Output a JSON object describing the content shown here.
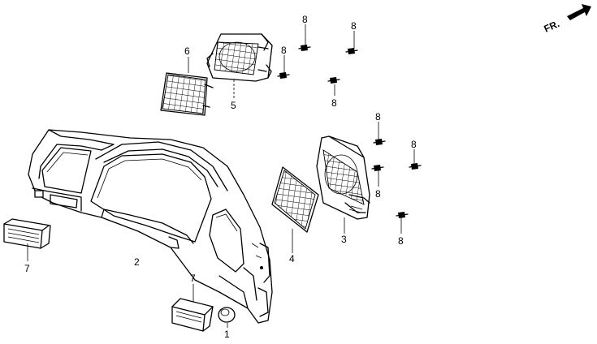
{
  "orientation": {
    "label": "FR."
  },
  "callouts": {
    "p1": "1",
    "p2": "2",
    "p3": "3",
    "p4": "4",
    "p5": "5",
    "p6": "6",
    "p7a": "7",
    "p7b": "7",
    "p8a": "8",
    "p8b": "8",
    "p8c": "8",
    "p8d": "8",
    "p8e": "8",
    "p8f": "8",
    "p8g": "8",
    "p8h": "8"
  }
}
